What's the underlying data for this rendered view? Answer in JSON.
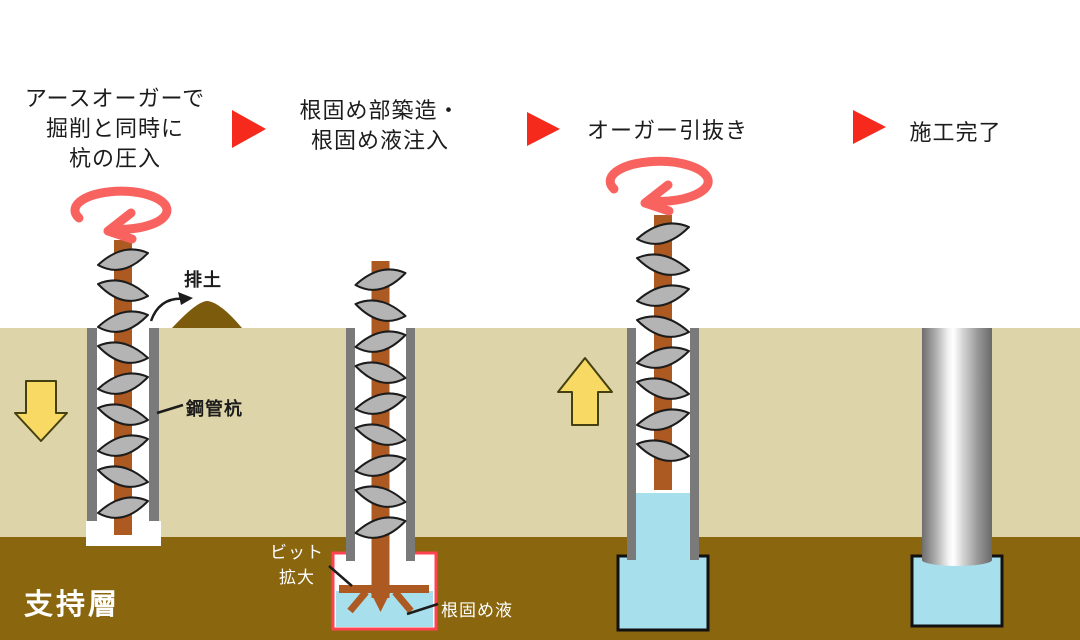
{
  "steps": [
    {
      "id": 1,
      "lines": [
        "アースオーガーで",
        "掘削と同時に",
        "杭の圧入"
      ]
    },
    {
      "id": 2,
      "lines": [
        "根固め部築造・",
        "根固め液注入"
      ]
    },
    {
      "id": 3,
      "lines": [
        "オーガー引抜き"
      ]
    },
    {
      "id": 4,
      "lines": [
        "施工完了"
      ]
    }
  ],
  "annotations": {
    "soil_discharge": "排土",
    "steel_pipe_pile": "鋼管杭",
    "bit_expand_line1": "ビット",
    "bit_expand_line2": "拡大",
    "root_consolidation_liquid": "根固め液",
    "bearing_stratum": "支持層"
  },
  "colors": {
    "upper_soil": "#ddd4a9",
    "bearing_layer": "#8a660e",
    "mound": "#7c5b0d",
    "auger_shaft": "#ad5a22",
    "auger_flight": "#b4b4b4",
    "casing": "#7a7a7a",
    "liquid": "#a7e0ec",
    "arrow_yellow": "#f7d964",
    "rotation_arrow": "#f9635f",
    "step_arrow": "#f6291d",
    "bit_box_outline": "#ff4353"
  }
}
